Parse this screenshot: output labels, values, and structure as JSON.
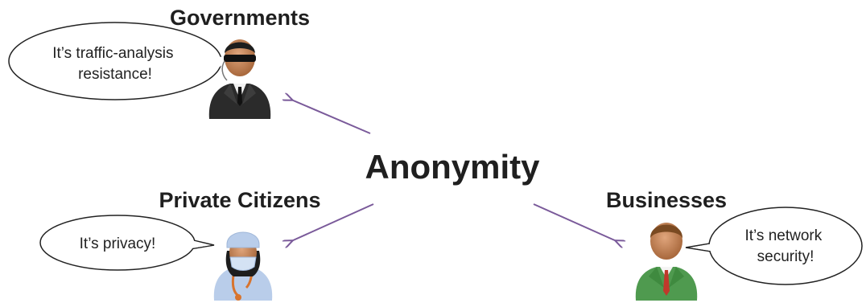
{
  "center": {
    "text": "Anonymity"
  },
  "groups": {
    "governments": {
      "label": "Governments",
      "quote_lines": [
        "It’s traffic-analysis",
        "resistance!"
      ]
    },
    "citizens": {
      "label": "Private Citizens",
      "quote_lines": [
        "It’s privacy!"
      ]
    },
    "businesses": {
      "label": "Businesses",
      "quote_lines": [
        "It’s network",
        "security!"
      ]
    }
  },
  "colors": {
    "arrow": "#7a5a9a",
    "agent_suit": "#2b2b2b",
    "doctor_coat": "#b9cdea",
    "business_suit": "#4f9a4f",
    "skin": "#c8885a"
  },
  "icons": {
    "governments": "secret-agent-icon",
    "citizens": "doctor-icon",
    "businesses": "businessman-icon"
  }
}
